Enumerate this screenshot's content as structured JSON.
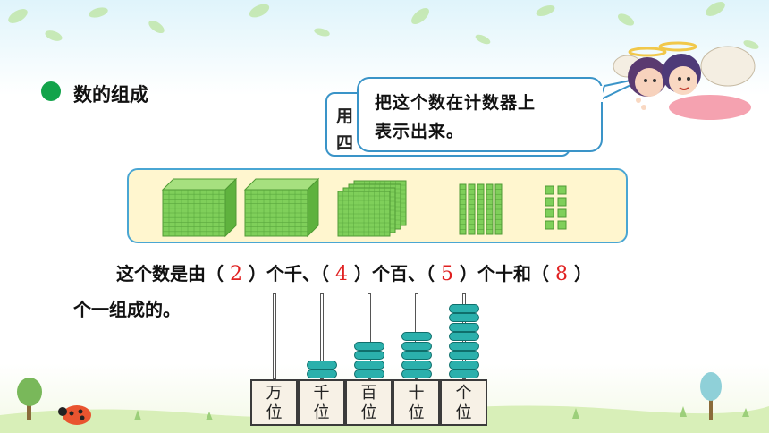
{
  "section": {
    "title": "数的组成"
  },
  "note_back": {
    "line1": "用",
    "line2": "四"
  },
  "bubble": {
    "line1": "把这个数在计数器上",
    "line2": "表示出来。"
  },
  "sentence": {
    "part1": "这个数是由（",
    "ans_thousands": "2",
    "part2": "）个千、（",
    "ans_hundreds": "4",
    "part3": "）个百、（",
    "ans_tens": "5",
    "part4": "）个十和（",
    "ans_ones": "8",
    "part5": "）",
    "line2": "个一组成的。"
  },
  "abacus": {
    "places": [
      {
        "label_top": "万",
        "label_bottom": "位",
        "beads": 0
      },
      {
        "label_top": "千",
        "label_bottom": "位",
        "beads": 2
      },
      {
        "label_top": "百",
        "label_bottom": "位",
        "beads": 4
      },
      {
        "label_top": "十",
        "label_bottom": "位",
        "beads": 5
      },
      {
        "label_top": "个",
        "label_bottom": "位",
        "beads": 8
      }
    ]
  },
  "blocks": {
    "thousands": 2,
    "hundreds": 4,
    "tens": 5,
    "ones": 8
  },
  "colors": {
    "block_green": "#7fcf5a",
    "bead_teal": "#2bb0ac",
    "answer_red": "#e02020",
    "panel_fill": "#fff6cf",
    "border_blue": "#3a94c8"
  }
}
